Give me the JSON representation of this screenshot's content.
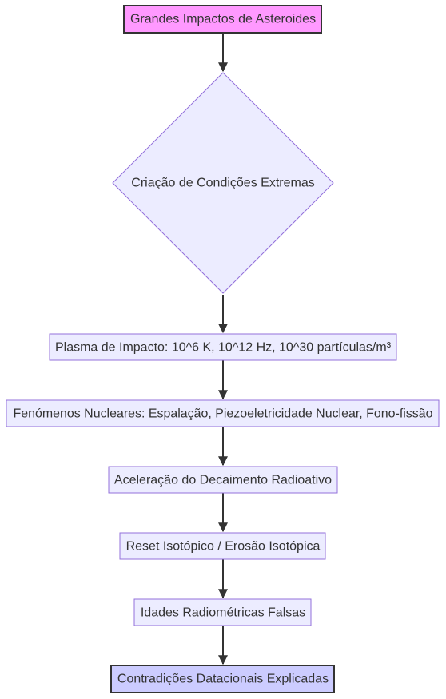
{
  "diagram": {
    "type": "flowchart",
    "colors": {
      "start_fill": "#ff99ff",
      "start_stroke": "#333333",
      "default_fill": "#ececff",
      "default_stroke": "#9370db",
      "end_fill": "#ccccff",
      "end_stroke": "#333333",
      "edge": "#333333",
      "text": "#333333"
    },
    "nodes": {
      "start": {
        "label": "Grandes Impactos de Asteroides",
        "shape": "rectangle",
        "style": "start"
      },
      "conditions": {
        "label": "Criação de Condições Extremas",
        "shape": "diamond",
        "style": "default"
      },
      "plasma": {
        "label": "Plasma de Impacto: 10^6 K, 10^12 Hz, 10^30 partículas/m³",
        "shape": "rectangle",
        "style": "default"
      },
      "nuclear": {
        "label": "Fenómenos Nucleares: Espalação, Piezoeletricidade Nuclear, Fono-fissão",
        "shape": "rectangle",
        "style": "default"
      },
      "decay": {
        "label": "Aceleração do Decaimento Radioativo",
        "shape": "rectangle",
        "style": "default"
      },
      "reset": {
        "label": "Reset Isotópico / Erosão Isotópica",
        "shape": "rectangle",
        "style": "default"
      },
      "ages": {
        "label": "Idades Radiométricas Falsas",
        "shape": "rectangle",
        "style": "default"
      },
      "end": {
        "label": "Contradições Datacionais Explicadas",
        "shape": "rectangle",
        "style": "end"
      }
    },
    "edges": [
      {
        "from": "start",
        "to": "conditions"
      },
      {
        "from": "conditions",
        "to": "plasma"
      },
      {
        "from": "plasma",
        "to": "nuclear"
      },
      {
        "from": "nuclear",
        "to": "decay"
      },
      {
        "from": "decay",
        "to": "reset"
      },
      {
        "from": "reset",
        "to": "ages"
      },
      {
        "from": "ages",
        "to": "end"
      }
    ]
  }
}
